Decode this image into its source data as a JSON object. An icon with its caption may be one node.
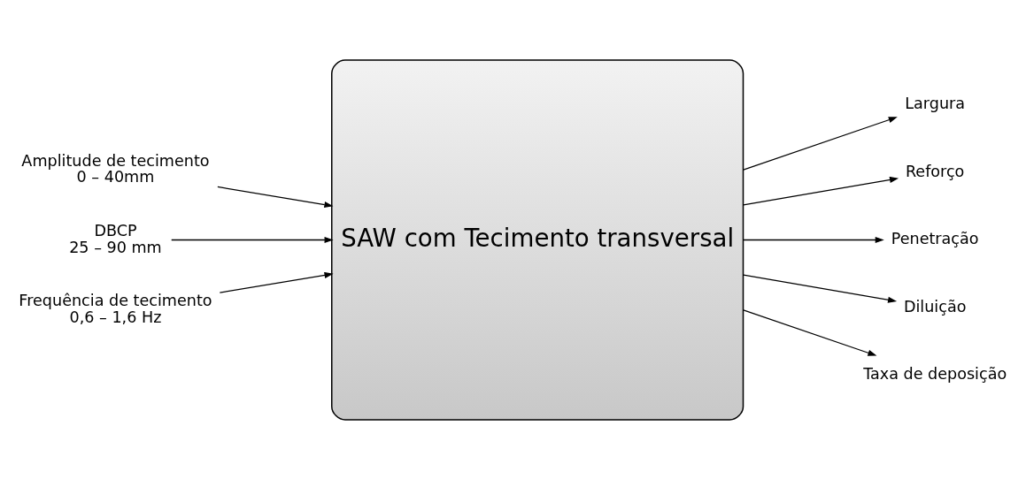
{
  "diagram": {
    "nodes": [
      {
        "text": [
          "SAW com Tecimento transversal"
        ]
      },
      {
        "text": [
          "Amplitude de tecimento"
        ],
        "beside": [
          "0 – 40mm"
        ]
      },
      {
        "text": [
          "DBCP"
        ],
        "beside": [
          "25 – 90 mm"
        ]
      },
      {
        "text": [
          "Frequência de tecimento"
        ],
        "beside": [
          "0,6 – 1,6 Hz"
        ]
      },
      {
        "text": [
          "Largura"
        ]
      },
      {
        "text": [
          "Reforço"
        ]
      },
      {
        "text": [
          "Penetração"
        ]
      },
      {
        "text": [
          "Diluição"
        ]
      },
      {
        "text": [
          "Taxa de deposição"
        ]
      }
    ],
    "edges": [
      {
        "from": 1,
        "to": 0,
        "arrow": "to"
      },
      {
        "from": 2,
        "to": 0,
        "arrow": "to"
      },
      {
        "from": 3,
        "to": 0,
        "arrow": "to"
      },
      {
        "from": 0,
        "to": 4,
        "arrow": "to"
      },
      {
        "from": 0,
        "to": 5,
        "arrow": "to"
      },
      {
        "from": 0,
        "to": 6,
        "arrow": "to"
      },
      {
        "from": 0,
        "to": 7,
        "arrow": "to"
      },
      {
        "from": 0,
        "to": 8,
        "arrow": "to"
      }
    ]
  }
}
